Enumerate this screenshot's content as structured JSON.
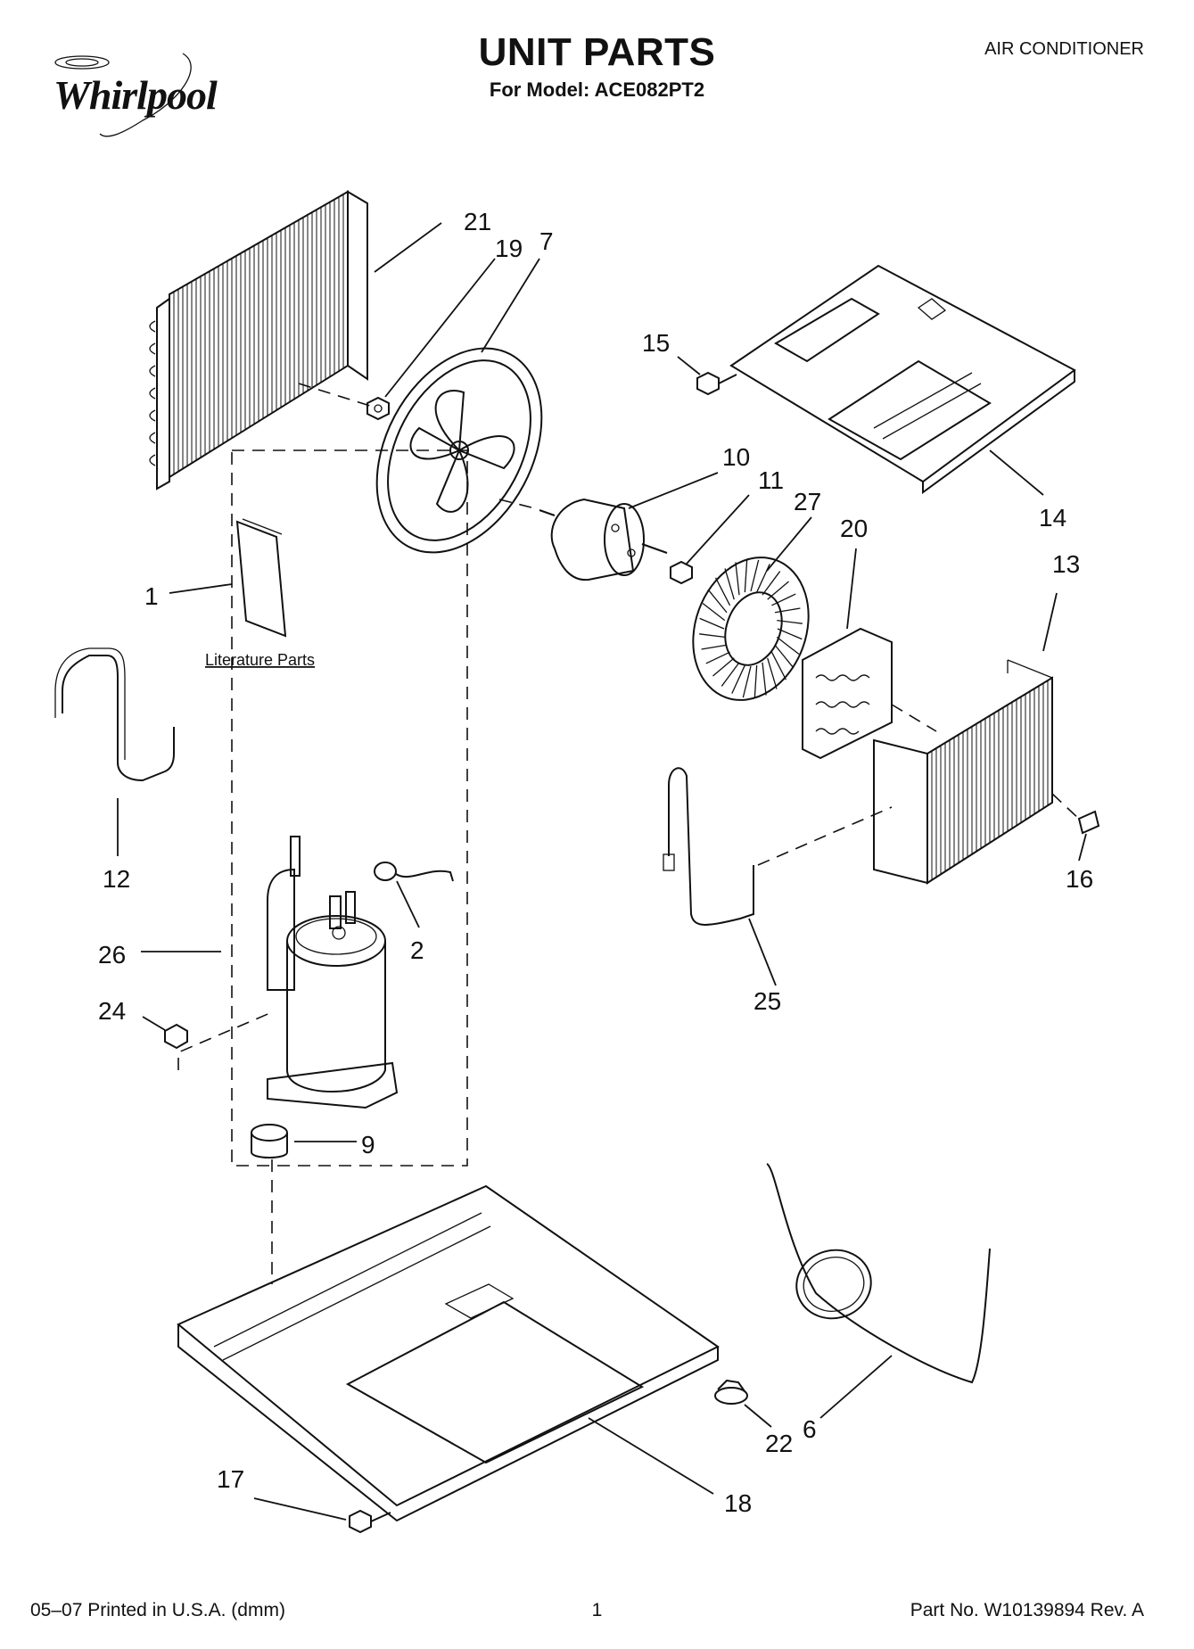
{
  "header": {
    "brand": "Whirlpool",
    "title": "UNIT PARTS",
    "subtitle": "For Model: ACE082PT2",
    "category": "AIR CONDITIONER"
  },
  "labels": {
    "literature": "Literature Parts"
  },
  "callouts": [
    "21",
    "19",
    "7",
    "15",
    "10",
    "11",
    "27",
    "20",
    "14",
    "13",
    "1",
    "12",
    "16",
    "2",
    "26",
    "24",
    "9",
    "25",
    "6",
    "22",
    "17",
    "18"
  ],
  "footer": {
    "left": "05–07 Printed in U.S.A. (dmm)",
    "center": "1",
    "right": "Part No. W10139894 Rev. A"
  }
}
